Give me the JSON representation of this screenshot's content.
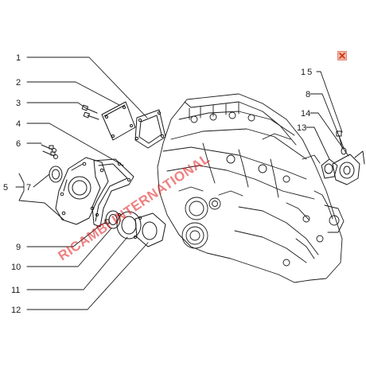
{
  "callouts": {
    "c1": "1",
    "c2": "2",
    "c3": "3",
    "c4": "4",
    "c5": "5",
    "c6": "6",
    "c7": "7",
    "c8": "8",
    "c9": "9",
    "c10": "10",
    "c11": "11",
    "c12": "12",
    "c13": "13",
    "c14": "14",
    "c15": "15"
  },
  "watermark": "RICAMBI INTERNATIONAL",
  "close_icon": "close-icon",
  "colors": {
    "line": "#1a1a1a",
    "watermark": "#e01818",
    "close_bg": "#f2b8a8",
    "close_x": "#d03010"
  }
}
